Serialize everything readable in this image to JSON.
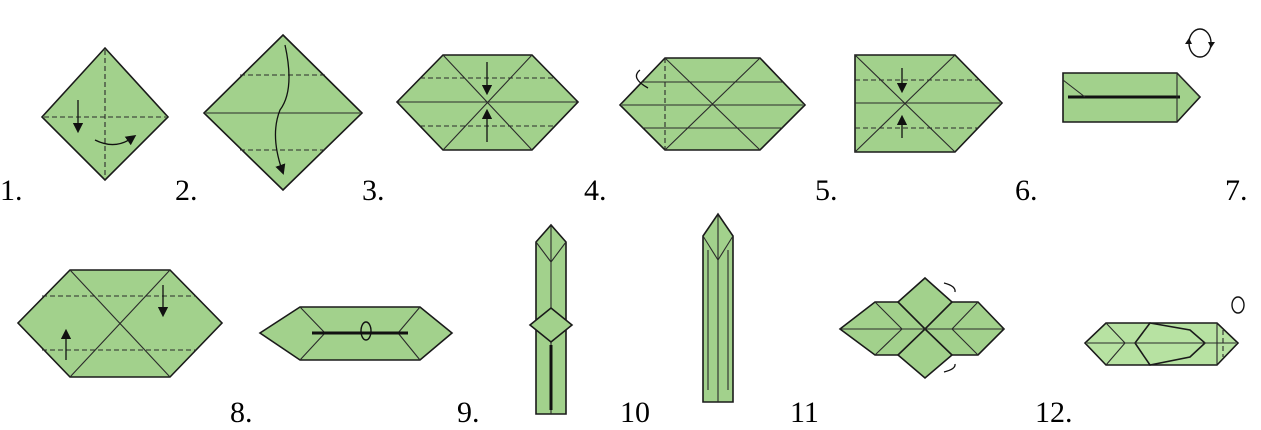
{
  "step_labels": [
    "1.",
    "2.",
    "3.",
    "4.",
    "5.",
    "6.",
    "7.",
    "8.",
    "9.",
    "10",
    "11",
    "12."
  ],
  "colors": {
    "paper": "#a2d18c",
    "paper_light": "#b7e2a2",
    "line": "#1a1a1a"
  }
}
